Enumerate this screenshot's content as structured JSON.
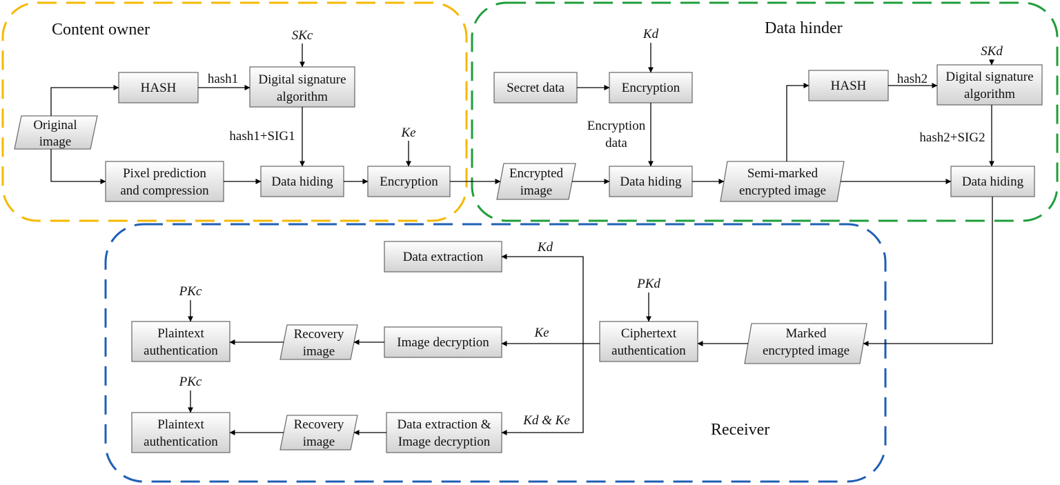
{
  "regions": {
    "content_owner": {
      "title": "Content owner",
      "color": "#f5b800"
    },
    "data_hinder": {
      "title": "Data  hinder",
      "color": "#1e9e3a"
    },
    "receiver": {
      "title": "Receiver",
      "color": "#1f5fb5"
    }
  },
  "nodes": {
    "hash1": "HASH",
    "dsa1_l1": "Digital signature",
    "dsa1_l2": "algorithm",
    "original_l1": "Original",
    "original_l2": "image",
    "pixel_l1": "Pixel prediction",
    "pixel_l2": "and compression",
    "data_hiding1": "Data hiding",
    "encryption1": "Encryption",
    "secret_data": "Secret data",
    "encryption2": "Encryption",
    "encrypted_l1": "Encrypted",
    "encrypted_l2": "image",
    "data_hiding2": "Data hiding",
    "semi_l1": "Semi-marked",
    "semi_l2": "encrypted image",
    "hash2": "HASH",
    "dsa2_l1": "Digital signature",
    "dsa2_l2": "algorithm",
    "data_hiding3": "Data hiding",
    "data_extraction": "Data extraction",
    "plain1_l1": "Plaintext",
    "plain1_l2": "authentication",
    "recovery1_l1": "Recovery",
    "recovery1_l2": "image",
    "image_decryption": "Image decryption",
    "cipher_l1": "Ciphertext",
    "cipher_l2": "authentication",
    "marked_l1": "Marked",
    "marked_l2": "encrypted image",
    "plain2_l1": "Plaintext",
    "plain2_l2": "authentication",
    "recovery2_l1": "Recovery",
    "recovery2_l2": "image",
    "dxid_l1": "Data extraction &",
    "dxid_l2": "Image decryption"
  },
  "edge_labels": {
    "hash1": "hash1",
    "hash1_sig1": "hash1+SIG1",
    "enc_data_l1": "Encryption",
    "enc_data_l2": "data",
    "hash2": "hash2",
    "hash2_sig2": "hash2+SIG2"
  },
  "keys": {
    "skc": "SKc",
    "ke_top": "Ke",
    "kd_top": "Kd",
    "skd": "SKd",
    "kd_recv": "Kd",
    "pkd": "PKd",
    "ke_recv": "Ke",
    "pkc1": "PKc",
    "pkc2": "PKc",
    "kd_ke": "Kd & Ke"
  }
}
